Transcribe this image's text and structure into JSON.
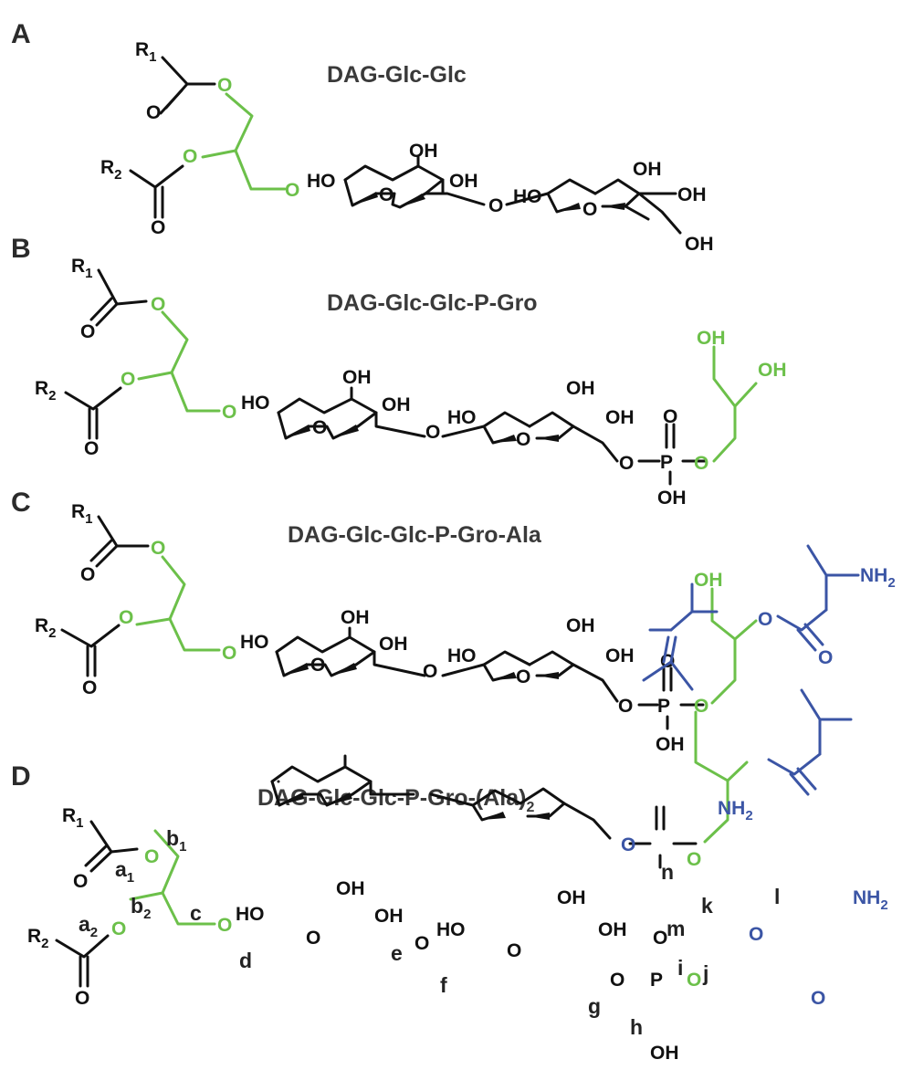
{
  "panels": [
    {
      "letter": "A",
      "title": "DAG-Glc-Glc"
    },
    {
      "letter": "B",
      "title": "DAG-Glc-Glc-P-Gro"
    },
    {
      "letter": "C",
      "title": "DAG-Glc-Glc-P-Gro-Ala"
    },
    {
      "letter": "D",
      "title": "DAG-Glc-Glc-P-Gro-(Ala)",
      "title_subscript": "2"
    }
  ],
  "atoms": {
    "R": "R",
    "O": "O",
    "HO": "HO",
    "OH": "OH",
    "P": "P",
    "NH": "NH",
    "one": "1",
    "two": "2"
  },
  "bond_labels": {
    "a": "a",
    "b": "b",
    "c": "c",
    "d": "d",
    "e": "e",
    "f": "f",
    "g": "g",
    "h": "h",
    "i": "i",
    "j": "j",
    "k": "k",
    "l": "l",
    "m": "m",
    "n": "n"
  },
  "colors": {
    "backbone": "#111111",
    "glycerol": "#6cc04a",
    "alanine": "#3b55a5"
  }
}
